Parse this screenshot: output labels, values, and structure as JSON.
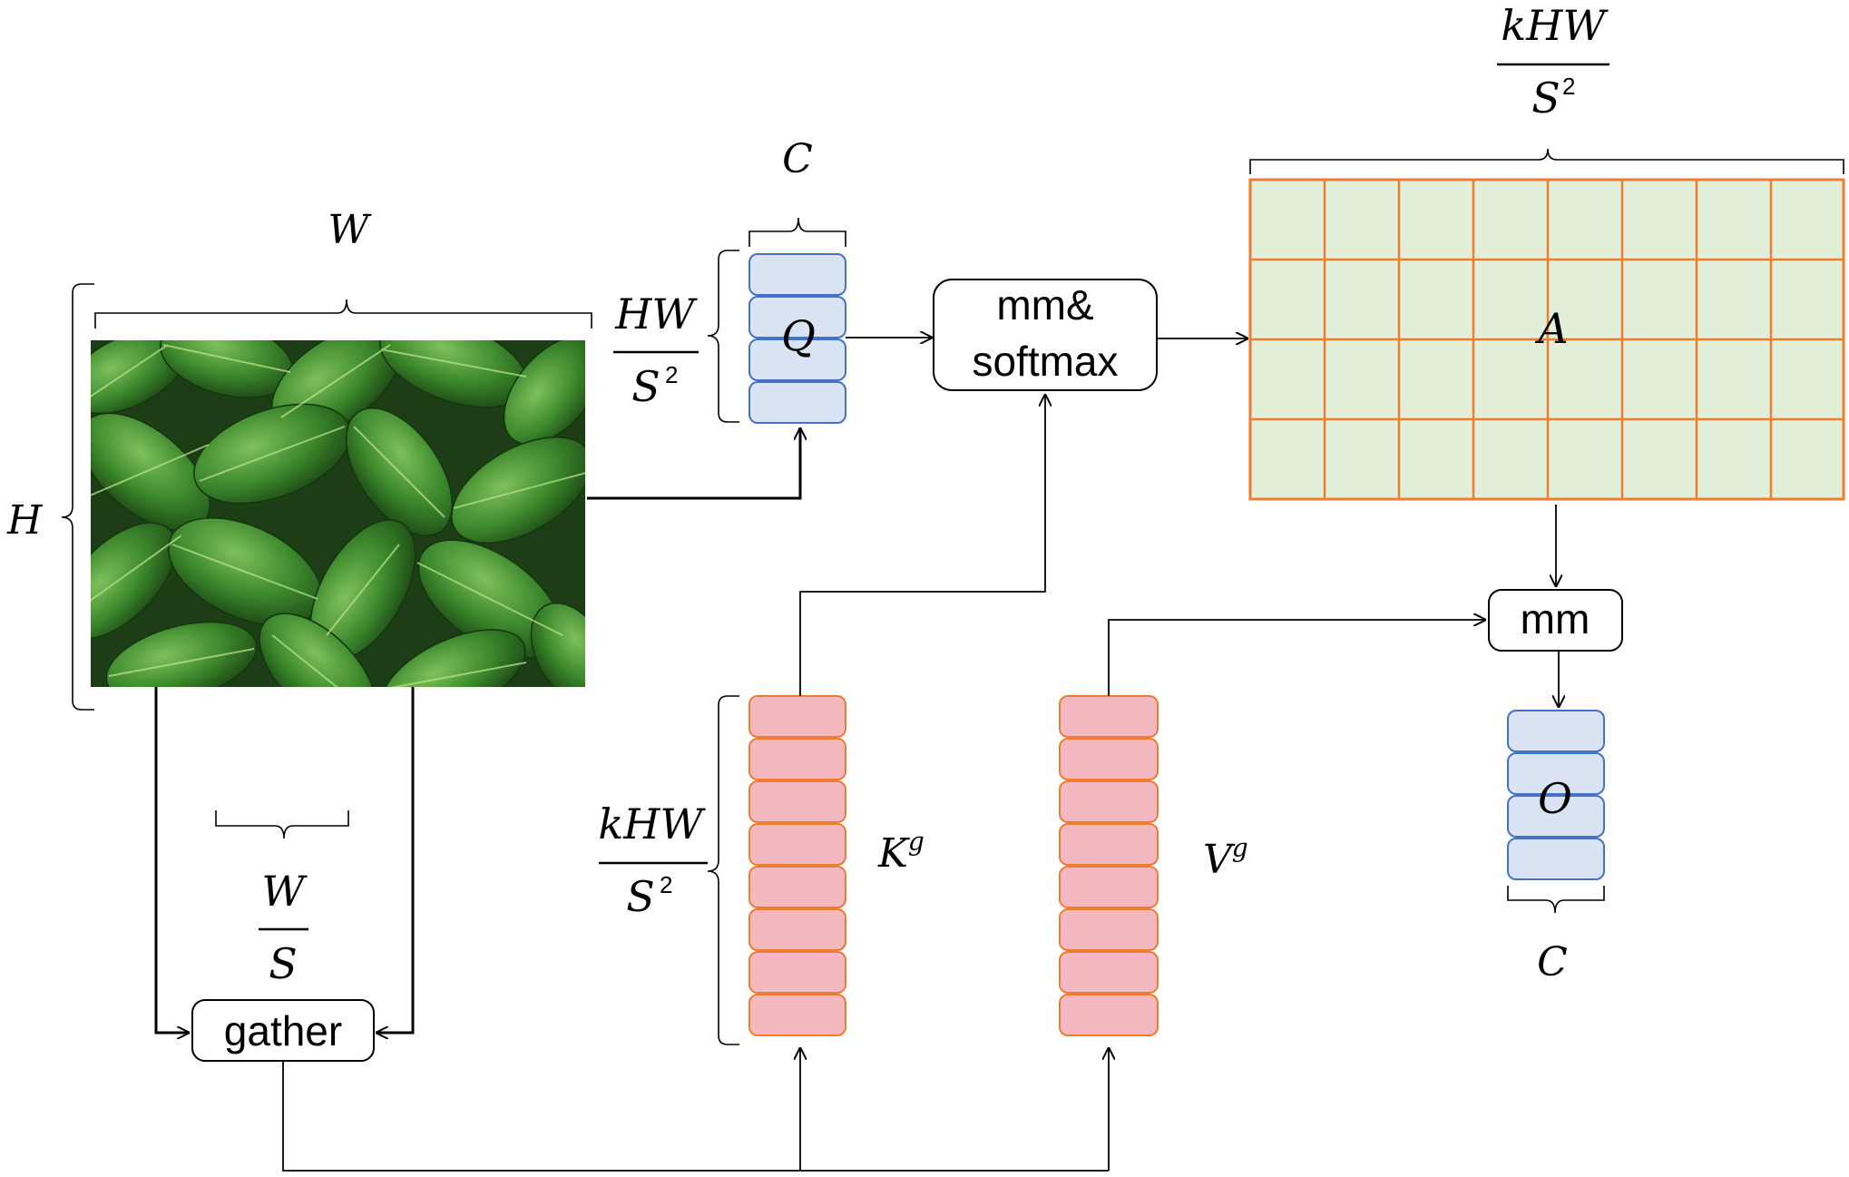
{
  "image_labels": {
    "width": "W",
    "height": "H"
  },
  "q_block": {
    "label": "Q",
    "channel": "C",
    "rows_num": "HW",
    "rows_den": "S",
    "rows_den_exp": "2"
  },
  "mm_softmax": {
    "line1": "mm&",
    "line2": "softmax"
  },
  "attention": {
    "label": "A",
    "cols_num": "kHW",
    "cols_den": "S",
    "cols_den_exp": "2"
  },
  "gather": {
    "label": "gather",
    "width_num": "W",
    "width_den": "S"
  },
  "k_block": {
    "label": "K",
    "sup": "g",
    "rows_num": "kHW",
    "rows_den": "S",
    "rows_den_exp": "2"
  },
  "v_block": {
    "label": "V",
    "sup": "g"
  },
  "mm": {
    "label": "mm"
  },
  "o_block": {
    "label": "O",
    "channel": "C"
  },
  "colors": {
    "query_fill": "#dae3f3",
    "query_stroke": "#4472c4",
    "kv_fill": "#f4b8c0",
    "kv_stroke": "#ed7d31",
    "attn_fill": "#e2efd9",
    "attn_stroke": "#ed7d31",
    "line": "#000000"
  },
  "icons": {
    "feature_image": "leaves-photo"
  }
}
